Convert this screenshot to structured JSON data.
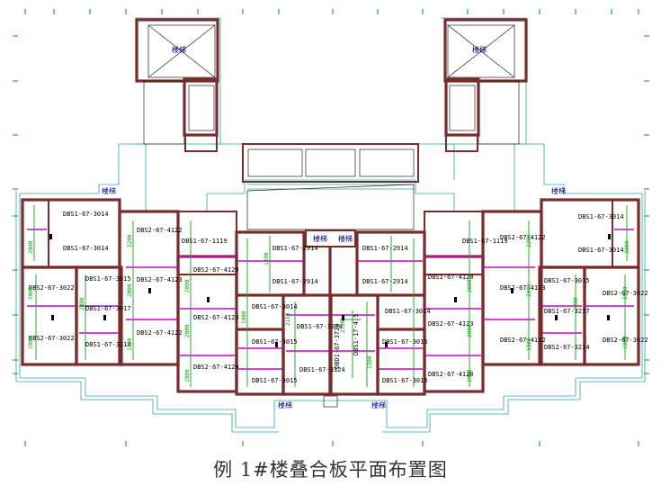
{
  "title": "例 1#楼叠合板平面布置图",
  "panels_left": [
    "DBS1-67-3014",
    "DBS1-67-3014",
    "DBS1-67-3015",
    "DBS2-67-3022",
    "DBS1-67-3017",
    "DBS2-67-3022",
    "DBS1-67-3214",
    "DBS2-67-4122",
    "DBS2-67-4123",
    "DBS2-67-4122",
    "DBS1-67-1119",
    "DBS2-67-4120",
    "DBS2-67-4123",
    "DBS2-67-4120",
    "DBS1-67-3014",
    "DBS1-67-3015",
    "DBS1-67-3015",
    "DBS1-67-2914",
    "DBS1-67-2914",
    "DBS1-67-3324",
    "DBS1-67-3324"
  ],
  "panels_right": [
    "DBS1-67-2914",
    "DBS1-67-2914",
    "DBS1-67-3014",
    "DBS1-67-4120",
    "DBS2-67-4123",
    "DBS2-67-4120",
    "DBS1-67-1119",
    "DBS2-67-4122",
    "DBS2-67-4123",
    "DBS2-67-4122",
    "DBS1-67-3014",
    "DBS1-67-3014",
    "DBS1-67-3015",
    "DBS1-67-3217",
    "DBS2-67-3022",
    "DBS2-67-3214",
    "DBS2-67-3022",
    "DBS1-67-3015",
    "DBS1-67-3015"
  ],
  "center_labels": [
    "DBD1-67-3720",
    "DBS1-17-4:5"
  ],
  "dims_left": [
    "2000",
    "2000",
    "1900",
    "2000",
    "2200",
    "2000",
    "1900",
    "2000",
    "2000",
    "1900",
    "2150",
    "1900",
    "1200"
  ],
  "dims_right": [
    "2000",
    "2000",
    "1900",
    "2000",
    "2200",
    "2000",
    "1900",
    "2000",
    "2000",
    "1900"
  ],
  "dims_center": [
    "2700",
    "1300"
  ],
  "well_labels": [
    "楼梯",
    "楼梯",
    "楼梯",
    "楼梯",
    "楼梯",
    "楼梯"
  ],
  "stair_labels": [
    "楼梯",
    "楼梯"
  ]
}
